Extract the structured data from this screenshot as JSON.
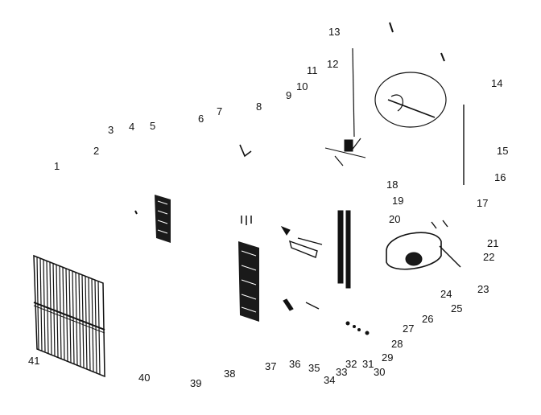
{
  "diagram": {
    "callouts": [
      "1",
      "2",
      "3",
      "4",
      "5",
      "6",
      "7",
      "8",
      "9",
      "10",
      "11",
      "12",
      "13",
      "14",
      "15",
      "16",
      "17",
      "18",
      "19",
      "20",
      "21",
      "22",
      "23",
      "24",
      "25",
      "26",
      "27",
      "28",
      "29",
      "30",
      "31",
      "32",
      "33",
      "34",
      "35",
      "36",
      "37",
      "38",
      "39",
      "40",
      "41"
    ],
    "ink_color": "#111111",
    "paper_color": "#ffffff"
  }
}
